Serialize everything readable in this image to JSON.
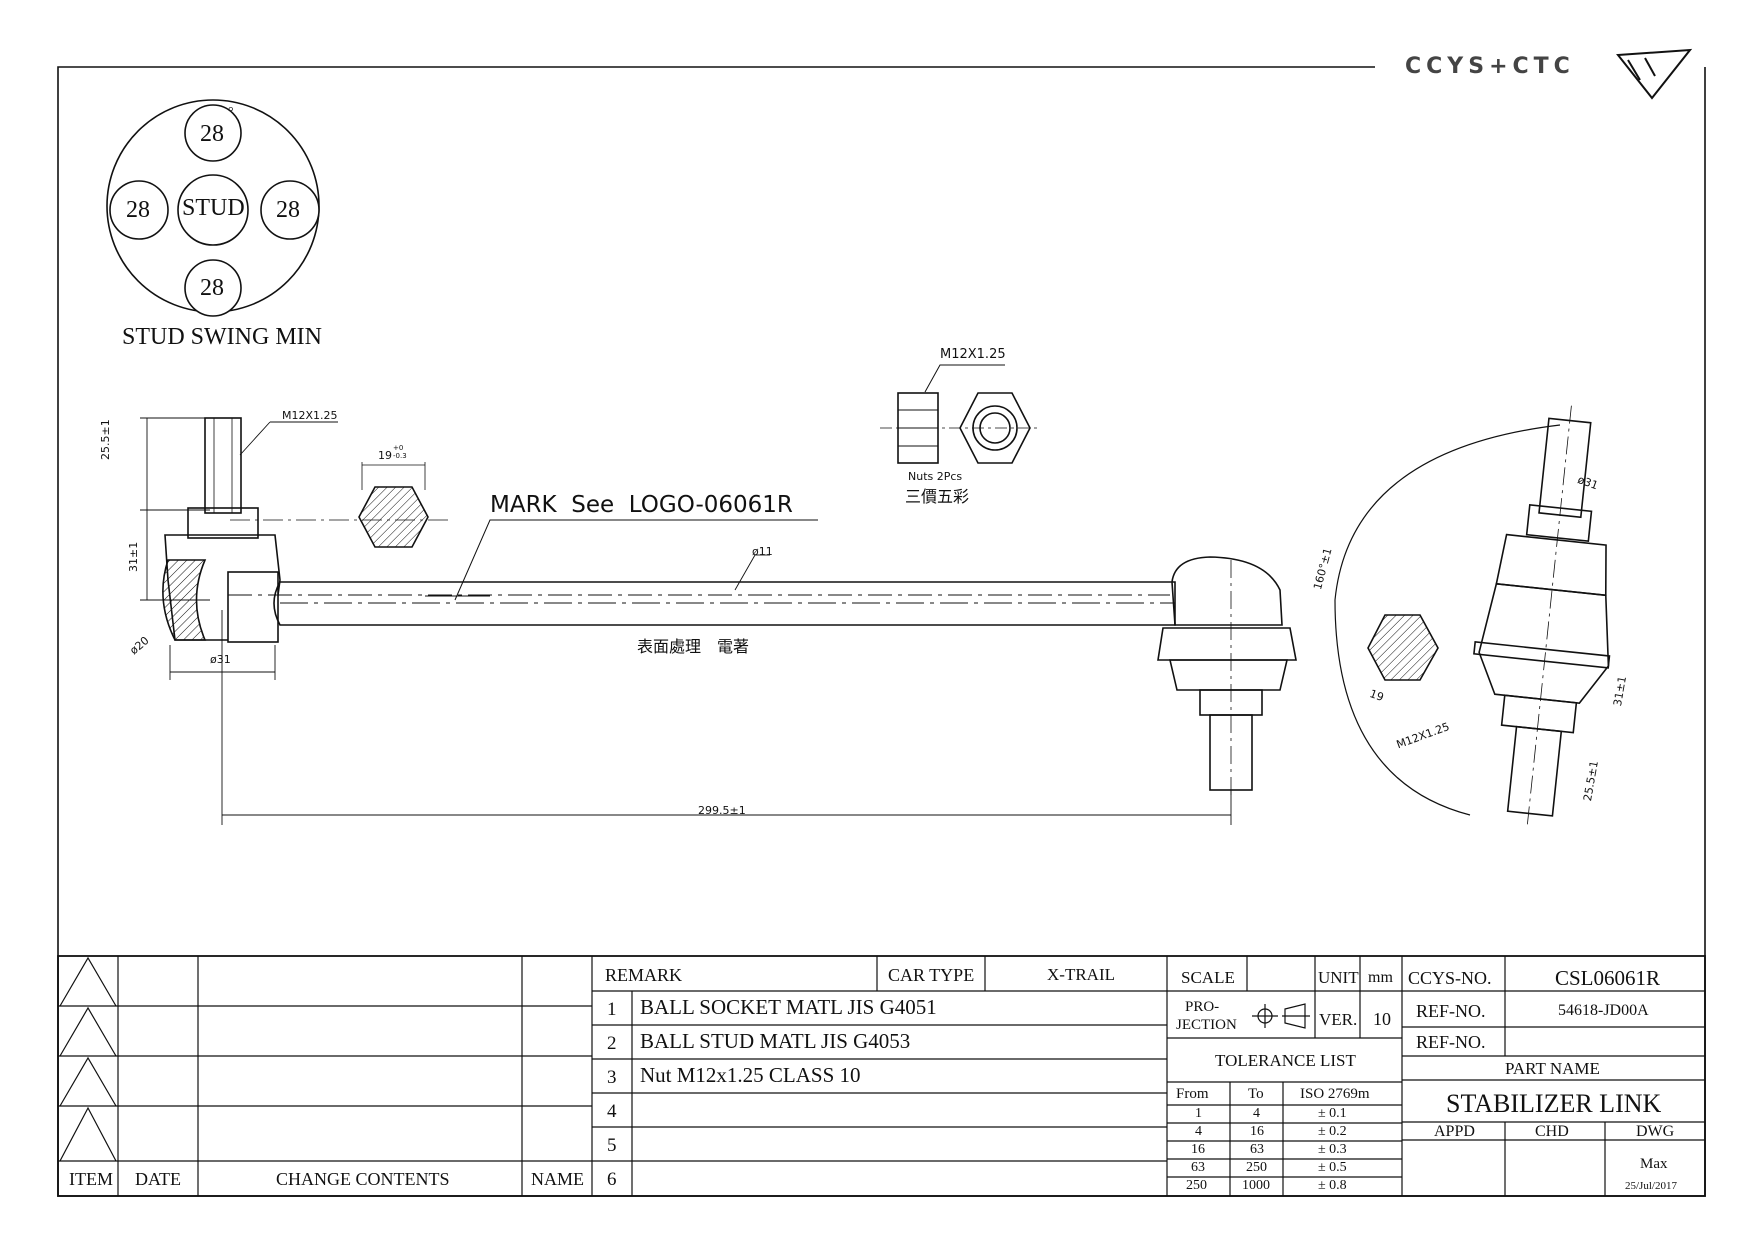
{
  "logo": {
    "text": "CCYS+CTC"
  },
  "swing": {
    "values": [
      "28",
      "28",
      "28",
      "28"
    ],
    "degree_mark": "°",
    "center": "STUD",
    "caption": "STUD SWING MIN"
  },
  "dims": {
    "stud_thread": "M12X1.25",
    "hex_size": "19",
    "hex_tol_up": "+0",
    "hex_tol_dn": "-0.3",
    "mark_note": "MARK  See  LOGO-06061R",
    "rod_dia": "ø11",
    "nut_thread": "M12X1.25",
    "nuts": "Nuts 2Pcs",
    "nut_finish": "三價五彩",
    "rod_finish": "表面處理    電著",
    "len_25": "25.5±1",
    "len_31": "31±1",
    "dia_20": "ø20",
    "dia_31": "ø31",
    "overall": "299.5±1",
    "angle_160": "160°±1",
    "right_dia_31": "ø31",
    "right_31": "31±1",
    "right_25": "25.5±1",
    "right_thread": "M12X1.25",
    "right_hex": "19"
  },
  "revision": {
    "headers": [
      "ITEM",
      "DATE",
      "CHANGE CONTENTS",
      "NAME"
    ],
    "rows": 4
  },
  "remarks": {
    "remark_label": "REMARK",
    "car_type_label": "CAR TYPE",
    "car_type": "X-TRAIL",
    "items": [
      {
        "no": "1",
        "text": "BALL SOCKET MATL JIS G4051"
      },
      {
        "no": "2",
        "text": "BALL STUD MATL JIS G4053"
      },
      {
        "no": "3",
        "text": "Nut M12x1.25 CLASS 10"
      },
      {
        "no": "4",
        "text": ""
      },
      {
        "no": "5",
        "text": ""
      },
      {
        "no": "6",
        "text": ""
      }
    ]
  },
  "specs": {
    "scale_label": "SCALE",
    "scale": "",
    "unit_label": "UNIT",
    "unit": "mm",
    "projection_label_1": "PRO-",
    "projection_label_2": "JECTION",
    "ver_label": "VER.",
    "ver": "10",
    "tolerance_title": "TOLERANCE LIST",
    "tol_headers": [
      "From",
      "To",
      "ISO 2769m"
    ],
    "tol_rows": [
      [
        "1",
        "4",
        "± 0.1"
      ],
      [
        "4",
        "16",
        "± 0.2"
      ],
      [
        "16",
        "63",
        "± 0.3"
      ],
      [
        "63",
        "250",
        "± 0.5"
      ],
      [
        "250",
        "1000",
        "± 0.8"
      ]
    ]
  },
  "part": {
    "ccys_label": "CCYS-NO.",
    "ccys_no": "CSL06061R",
    "ref_label_1": "REF-NO.",
    "ref_no_1": "54618-JD00A",
    "ref_label_2": "REF-NO.",
    "ref_no_2": "",
    "part_name_label": "PART NAME",
    "part_name": "STABILIZER LINK",
    "appd": "APPD",
    "chd": "CHD",
    "dwg": "DWG",
    "drawn_by": "Max",
    "date": "25/Jul/2017"
  }
}
